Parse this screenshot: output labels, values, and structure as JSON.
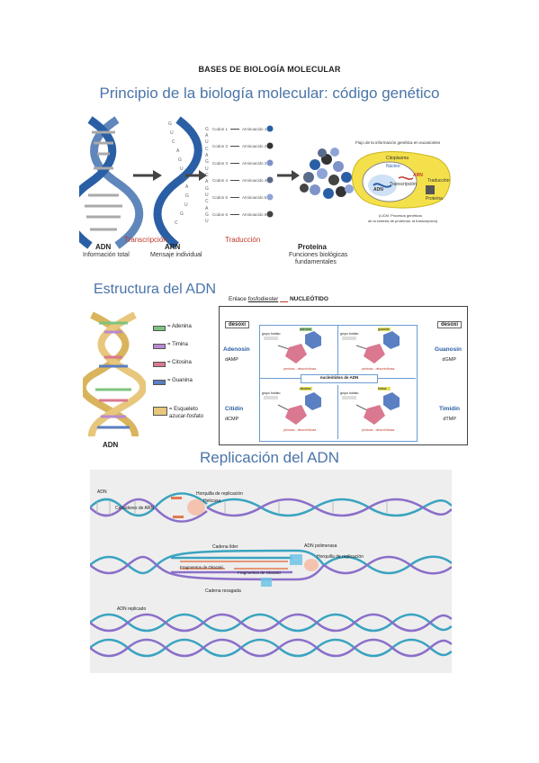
{
  "document": {
    "title": "BASES DE BIOLOGÍA MOLECULAR"
  },
  "section1": {
    "title": "Principio de la biología molecular: código genético",
    "labels": {
      "adn": "ADN",
      "adn_sub": "Información total",
      "transcripcion": "Transcripción",
      "arn": "ARN",
      "arn_sub": "Mensaje individual",
      "traduccion": "Traducción",
      "proteina": "Proteína",
      "proteina_sub1": "Funciones biológicas",
      "proteina_sub2": "fundamentales"
    },
    "codons": [
      {
        "codon": "Codon 1",
        "aa": "Aminoacido 1",
        "color": "#2a5fa5"
      },
      {
        "codon": "Codon 2",
        "aa": "Aminoacido 2",
        "color": "#333333"
      },
      {
        "codon": "Codon 3",
        "aa": "Aminoacido 3",
        "color": "#7f93c9"
      },
      {
        "codon": "Codon 4",
        "aa": "Aminoacido 4",
        "color": "#5a6a8a"
      },
      {
        "codon": "Codon 5",
        "aa": "Aminoacido 5",
        "color": "#8fa4d6"
      },
      {
        "codon": "Codon 6",
        "aa": "Aminoacido 6",
        "color": "#444444"
      }
    ],
    "cell_box": {
      "title": "Flujo de la información genética en eucariontes",
      "citoplasma": "Citoplasma",
      "nucleo": "Núcleo",
      "adn": "ADN",
      "arn": "ARN",
      "transcripcion": "Transcripción",
      "traduccion": "Traducción",
      "proteina": "Proteína",
      "caption1": "(LICM: Procesos genéticos",
      "caption2": "de la síntesis de proteínas: la transcripción)"
    }
  },
  "section2": {
    "title": "Estructura del ADN",
    "legend": [
      {
        "label": "= Adenina",
        "color": "#7cc47f"
      },
      {
        "label": "= Timina",
        "color": "#b88ad1"
      },
      {
        "label": "= Citosina",
        "color": "#d9788f"
      },
      {
        "label": "= Guanina",
        "color": "#5a7fc2"
      },
      {
        "label": "= Esqueleto azucar-fosfato",
        "color": "#e8c77c"
      }
    ],
    "helix_label": "ADN",
    "enlace": "Enlace",
    "fosfodiester": "fosfodiester",
    "nucleotido": "NUCLEÓTIDO",
    "desoxi_left": "desoxi",
    "desoxi_right": "desoxi",
    "nucleotidos_de_adn": "nucleótidos de ADN",
    "quadrants": [
      {
        "name": "Adenosin",
        "abbr": "dAMP",
        "base": "adenina",
        "sugar": "pentosa - desoxirribosa"
      },
      {
        "name": "Guanosin",
        "abbr": "dGMP",
        "base": "guanina",
        "sugar": "pentosa - desoxirribosa"
      },
      {
        "name": "Citidin",
        "abbr": "dCMP",
        "base": "citosina",
        "sugar": "pentosa - desoxirribosa"
      },
      {
        "name": "Timidin",
        "abbr": "dTMP",
        "base": "timina",
        "sugar": "pentosa - desoxirribosa"
      }
    ],
    "grupo_fosfato": "grupo fosfato"
  },
  "section3": {
    "title": "Replicación del ADN",
    "labels": {
      "adn": "ADN",
      "horquilla": "Horquilla de replicación",
      "helicasa": "Helicasa",
      "cebadores": "Cebadores de ARN",
      "cadena_lider": "Cadena líder",
      "adn_polimerasa": "ADN polimerasa",
      "horquilla2": "Horquilla de replicación",
      "fragmentos1": "Fragmentos de Okazaki",
      "fragmentos2": "Fragmentos de Okazaki",
      "cadena_rezagada": "Cadena rezagada",
      "adn_replicado": "ADN replicado"
    }
  }
}
